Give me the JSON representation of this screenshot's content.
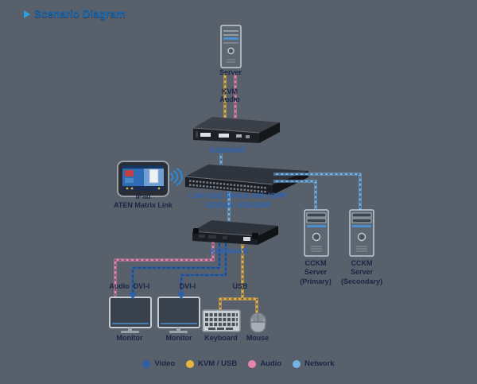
{
  "title": "Scenario Diagram",
  "diagram": {
    "devices": {
      "server": {
        "label": "Server"
      },
      "transmitter": {
        "label": "KE6940AT"
      },
      "switch": {
        "label": "LAN GbE Switch with IGMP\nES0154 / ES0154P"
      },
      "ipad": {
        "label": "iPad\nATEN Matrix Link"
      },
      "receiver": {
        "label": "KE6940AR"
      },
      "monitor1": {
        "label": "Monitor"
      },
      "monitor2": {
        "label": "Monitor"
      },
      "keyboard": {
        "label": "Keyboard"
      },
      "mouse": {
        "label": "Mouse"
      },
      "cckm_primary": {
        "label": "CCKM\nServer\n(Primary)"
      },
      "cckm_secondary": {
        "label": "CCKM\nServer\n(Secondary)"
      }
    },
    "connection_labels": {
      "kvm": "KVM",
      "audio_top": "Audio",
      "audio_bottom": "Audio",
      "dvi_1": "DVI-I",
      "dvi_2": "DVI-I",
      "usb": "USB"
    }
  },
  "legend": {
    "items": [
      {
        "label": "Video",
        "color": "#2d5fa6"
      },
      {
        "label": "KVM / USB",
        "color": "#eab440"
      },
      {
        "label": "Audio",
        "color": "#e884ad"
      },
      {
        "label": "Network",
        "color": "#74b2e4"
      }
    ]
  },
  "colors": {
    "background": "#57606b",
    "video": "#2d5fa6",
    "kvm_usb": "#eab440",
    "audio": "#e884ad",
    "network": "#74b2e4",
    "model_text": "#2b63b5",
    "label_text": "#1a2644",
    "title_text": "#1466ae"
  }
}
